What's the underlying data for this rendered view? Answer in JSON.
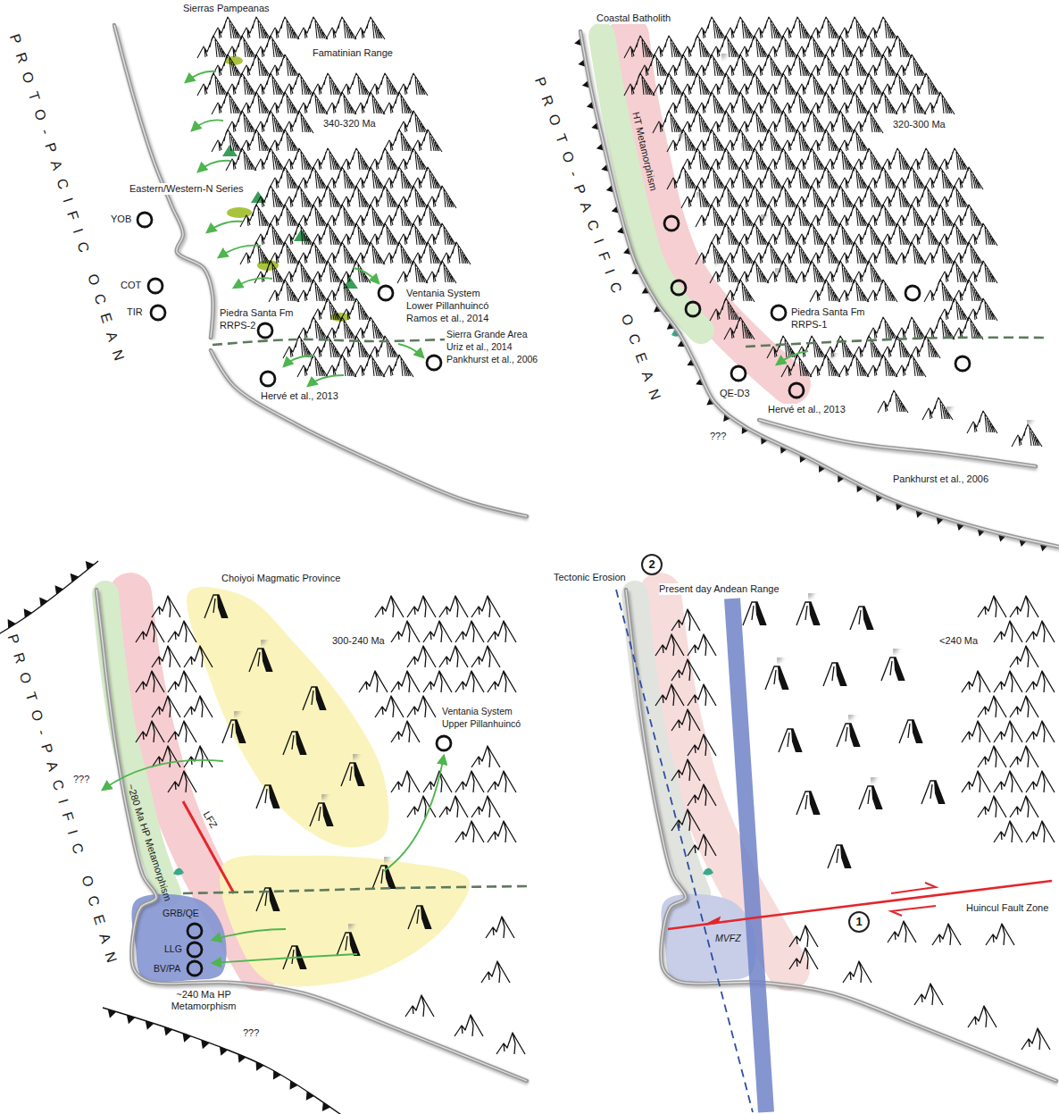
{
  "diagram": {
    "nodes": [
      {
        "text": [
          "2"
        ]
      },
      {
        "text": [
          "1"
        ]
      }
    ],
    "labels": [
      "Sierras Pampeanas",
      "Famatinian Range",
      "PROTO-PACIFIC OCEAN",
      "340-320 Ma",
      "Eastern/Western-N Series",
      "YOB",
      "COT",
      "TIR",
      "Ventania System",
      "Lower Pillanhuincó",
      "Ramos et al., 2014",
      "Piedra Santa Fm",
      "RRPS-2",
      "Sierra Grande Area",
      "Uriz et al., 2014",
      "Pankhurst et al., 2006",
      "Hervé et al., 2013",
      "Coastal Batholith",
      "320-300 Ma",
      "PROTO-PACIFIC OCEAN",
      "HT Metamorphism",
      "Piedra Santa Fm",
      "RRPS-1",
      "QE-D3",
      "Hervé et al., 2013",
      "???",
      "Pankhurst et al., 2006",
      "Choiyoi Magmatic Province",
      "300-240 Ma",
      "PROTO-PACIFIC OCEAN",
      "???",
      "~280 Ma HP Metamorphism",
      "LFZ",
      "Ventania System",
      "Upper Pillanhuincó",
      "GRB/QE",
      "LLG",
      "BV/PA",
      "~240 Ma HP Metamorphism",
      "???",
      "Tectonic Erosion",
      "Present day Andean Range",
      "<240 Ma",
      "Huincul Fault Zone",
      "MVFZ"
    ]
  }
}
